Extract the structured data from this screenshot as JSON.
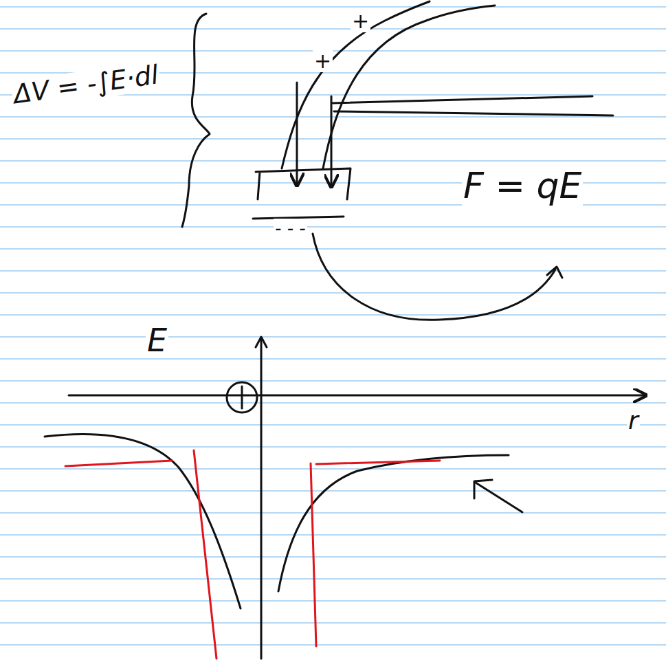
{
  "diagram": {
    "labels": [
      "ΔV = -∫E·dl",
      "+",
      "+",
      "- - -",
      "F = qE",
      "E",
      "r"
    ]
  }
}
